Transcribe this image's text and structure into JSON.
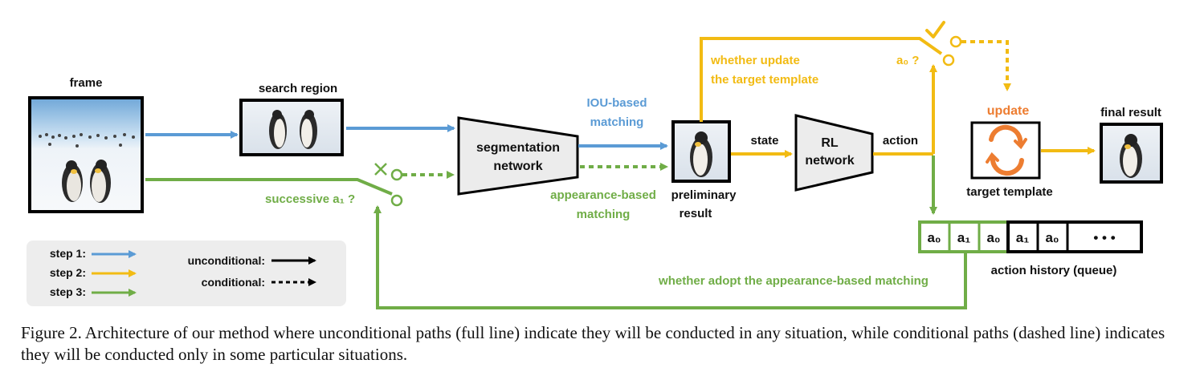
{
  "labels": {
    "frame": "frame",
    "search_region": "search region",
    "iou_line1": "IOU-based",
    "iou_line2": "matching",
    "seg_line1": "segmentation",
    "seg_line2": "network",
    "appearance_line1": "appearance-based",
    "appearance_line2": "matching",
    "successive": "successive a₁ ?",
    "preliminary_line1": "preliminary",
    "preliminary_line2": "result",
    "state": "state",
    "rl_line1": "RL",
    "rl_line2": "network",
    "action": "action",
    "whether_update_line1": "whether update",
    "whether_update_line2": "the target template",
    "a0_question": "a₀ ?",
    "update": "update",
    "target_template": "target template",
    "final_result": "final result",
    "action_history": "action history (queue)",
    "whether_adopt": "whether adopt the appearance-based matching"
  },
  "queue": [
    "a₀",
    "a₁",
    "a₀",
    "a₁",
    "a₀",
    "• • •"
  ],
  "legend": {
    "step1": "step 1:",
    "step2": "step 2:",
    "step3": "step 3:",
    "unconditional": "unconditional:",
    "conditional": "conditional:"
  },
  "caption": "Figure 2. Architecture of our method where unconditional paths (full line) indicate they will be conducted in any situation, while conditional paths (dashed line) indicates they will be conducted only in some particular situations.",
  "colors": {
    "step1_blue": "#5b9bd5",
    "step2_yellow": "#f2bb13",
    "step3_green": "#70ad47",
    "update_orange": "#ed7d31"
  }
}
